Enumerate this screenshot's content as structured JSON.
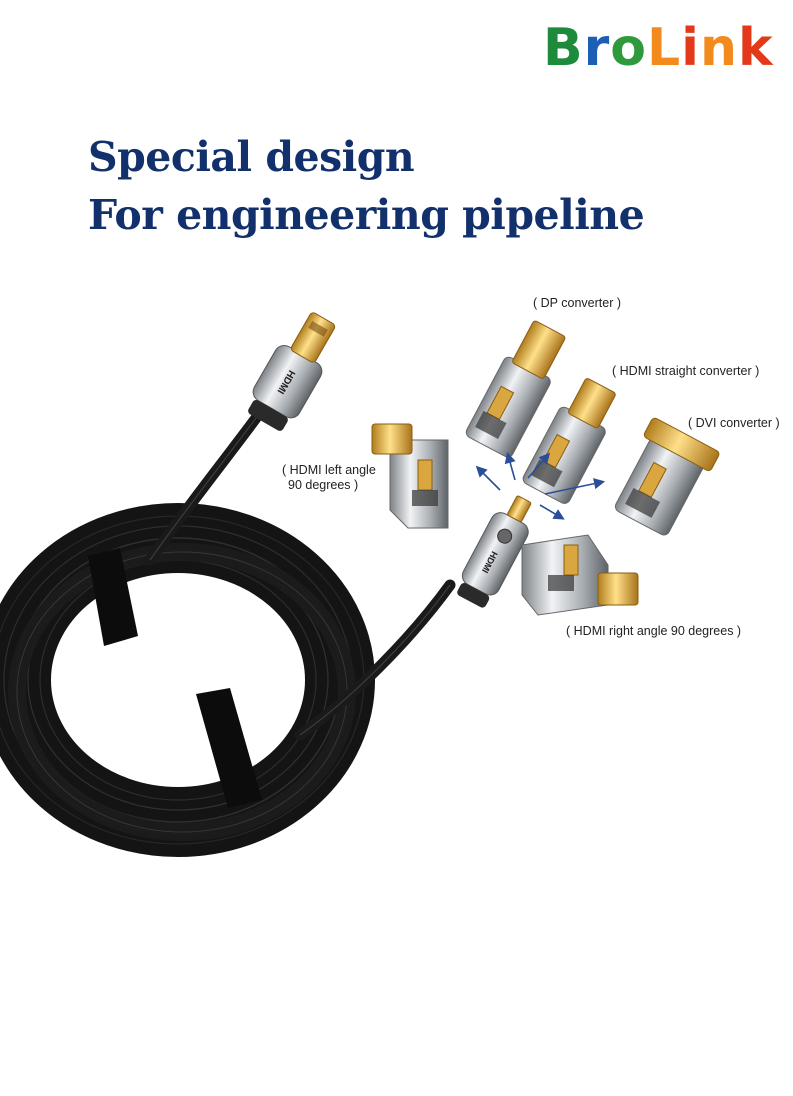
{
  "brand": {
    "letters": [
      "B",
      "r",
      "o",
      "L",
      "i",
      "n",
      "k"
    ],
    "colors": [
      "#1e8a3c",
      "#1e5fb6",
      "#2e9a3c",
      "#f28a1e",
      "#e4381b",
      "#f28a1e",
      "#e4381b"
    ]
  },
  "headline": {
    "line1": "Special design",
    "line2": "For engineering pipeline",
    "color": "#12306b"
  },
  "converters": {
    "dp": "( DP converter )",
    "hdmi_straight": "( HDMI straight converter )",
    "dvi": "( DVI converter )",
    "hdmi_left_line1": "( HDMI left angle",
    "hdmi_left_line2": "90 degrees )",
    "hdmi_right": "( HDMI right angle 90 degrees )"
  },
  "connector_mark": "HDMI",
  "colors": {
    "cable": "#1a1a1a",
    "metal": "#c9ccd0",
    "gold": "#e3b24a",
    "arrow": "#2a4f98"
  }
}
